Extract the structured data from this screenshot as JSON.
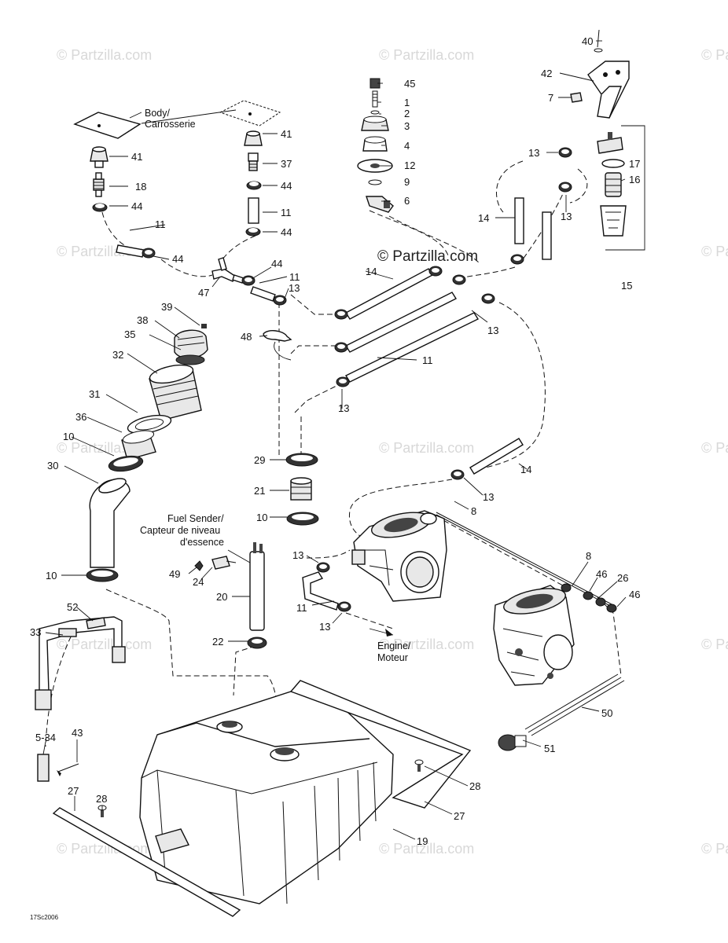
{
  "watermark": "© Partzilla.com",
  "center_watermark": "© Partzilla.com",
  "drawing_code": "17Sc2006",
  "annotations": {
    "body_fr": "Body/",
    "body_en": "Carrosserie",
    "fuel_sender_1": "Fuel Sender/",
    "fuel_sender_2": "Capteur de niveau",
    "fuel_sender_3": "d'essence",
    "engine_1": "Engine/",
    "engine_2": "Moteur"
  },
  "callouts": [
    {
      "id": "c40",
      "text": "40"
    },
    {
      "id": "c42",
      "text": "42"
    },
    {
      "id": "c7",
      "text": "7"
    },
    {
      "id": "c45",
      "text": "45"
    },
    {
      "id": "c1",
      "text": "1"
    },
    {
      "id": "c2",
      "text": "2"
    },
    {
      "id": "c3",
      "text": "3"
    },
    {
      "id": "c4",
      "text": "4"
    },
    {
      "id": "c12",
      "text": "12"
    },
    {
      "id": "c9",
      "text": "9"
    },
    {
      "id": "c6",
      "text": "6"
    },
    {
      "id": "c13a",
      "text": "13"
    },
    {
      "id": "c17",
      "text": "17"
    },
    {
      "id": "c16",
      "text": "16"
    },
    {
      "id": "c13b",
      "text": "13"
    },
    {
      "id": "c14a",
      "text": "14"
    },
    {
      "id": "c15",
      "text": "15"
    },
    {
      "id": "c41a",
      "text": "41"
    },
    {
      "id": "c18",
      "text": "18"
    },
    {
      "id": "c44a",
      "text": "44"
    },
    {
      "id": "c11a",
      "text": "11"
    },
    {
      "id": "c44b",
      "text": "44"
    },
    {
      "id": "c41b",
      "text": "41"
    },
    {
      "id": "c37",
      "text": "37"
    },
    {
      "id": "c44c",
      "text": "44"
    },
    {
      "id": "c11b",
      "text": "11"
    },
    {
      "id": "c44d",
      "text": "44"
    },
    {
      "id": "c44e",
      "text": "44"
    },
    {
      "id": "c11c",
      "text": "11"
    },
    {
      "id": "c47",
      "text": "47"
    },
    {
      "id": "c13c",
      "text": "13"
    },
    {
      "id": "c14b",
      "text": "14"
    },
    {
      "id": "c13d",
      "text": "13"
    },
    {
      "id": "c39",
      "text": "39"
    },
    {
      "id": "c38",
      "text": "38"
    },
    {
      "id": "c35",
      "text": "35"
    },
    {
      "id": "c32",
      "text": "32"
    },
    {
      "id": "c48",
      "text": "48"
    },
    {
      "id": "c11d",
      "text": "11"
    },
    {
      "id": "c13e",
      "text": "13"
    },
    {
      "id": "c31",
      "text": "31"
    },
    {
      "id": "c36",
      "text": "36"
    },
    {
      "id": "c10a",
      "text": "10"
    },
    {
      "id": "c30",
      "text": "30"
    },
    {
      "id": "c29",
      "text": "29"
    },
    {
      "id": "c21",
      "text": "21"
    },
    {
      "id": "c10b",
      "text": "10"
    },
    {
      "id": "c14c",
      "text": "14"
    },
    {
      "id": "c13f",
      "text": "13"
    },
    {
      "id": "c8a",
      "text": "8"
    },
    {
      "id": "c49",
      "text": "49"
    },
    {
      "id": "c24",
      "text": "24"
    },
    {
      "id": "c20",
      "text": "20"
    },
    {
      "id": "c10c",
      "text": "10"
    },
    {
      "id": "c13g",
      "text": "13"
    },
    {
      "id": "c11e",
      "text": "11"
    },
    {
      "id": "c13h",
      "text": "13"
    },
    {
      "id": "c8b",
      "text": "8"
    },
    {
      "id": "c46a",
      "text": "46"
    },
    {
      "id": "c26",
      "text": "26"
    },
    {
      "id": "c46b",
      "text": "46"
    },
    {
      "id": "c52",
      "text": "52"
    },
    {
      "id": "c33",
      "text": "33"
    },
    {
      "id": "c22",
      "text": "22"
    },
    {
      "id": "c50",
      "text": "50"
    },
    {
      "id": "c51",
      "text": "51"
    },
    {
      "id": "c534",
      "text": "5-34"
    },
    {
      "id": "c43",
      "text": "43"
    },
    {
      "id": "c27a",
      "text": "27"
    },
    {
      "id": "c28a",
      "text": "28"
    },
    {
      "id": "c28b",
      "text": "28"
    },
    {
      "id": "c27b",
      "text": "27"
    },
    {
      "id": "c19",
      "text": "19"
    }
  ]
}
